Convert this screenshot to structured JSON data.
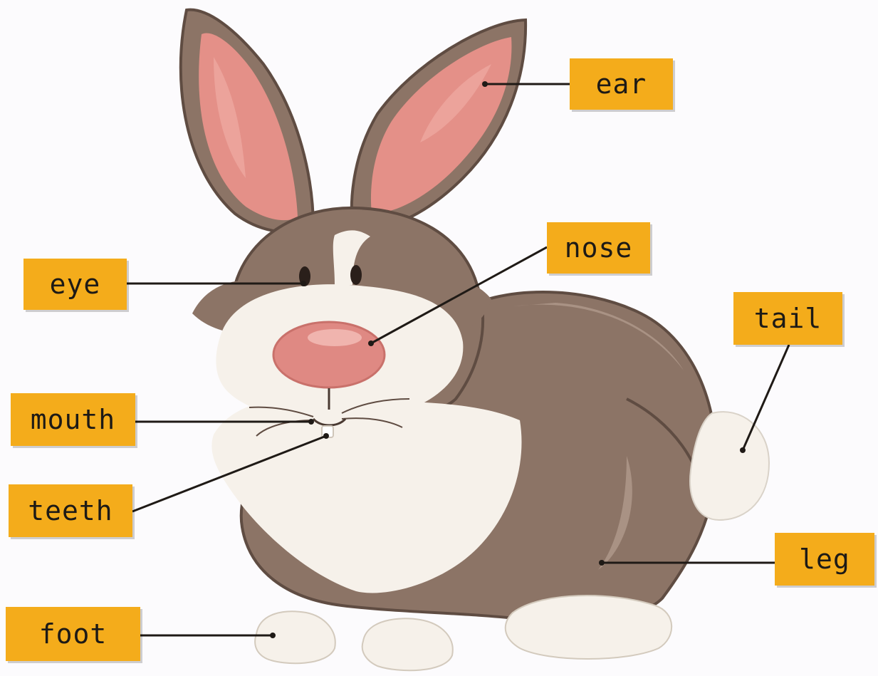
{
  "labels": {
    "ear": "ear",
    "nose": "nose",
    "eye": "eye",
    "tail": "tail",
    "mouth": "mouth",
    "teeth": "teeth",
    "leg": "leg",
    "foot": "foot"
  },
  "colors": {
    "background": "#fcfbfd",
    "label_fill": "#f4ac1b",
    "label_text": "#1d1a16",
    "fur_brown": "#8c7466",
    "fur_outline": "#5f4c42",
    "fur_white": "#f6f1ea",
    "inner_ear_pink": "#e49088",
    "nose_pink": "#df8983",
    "leader_line": "#1f1a16"
  }
}
